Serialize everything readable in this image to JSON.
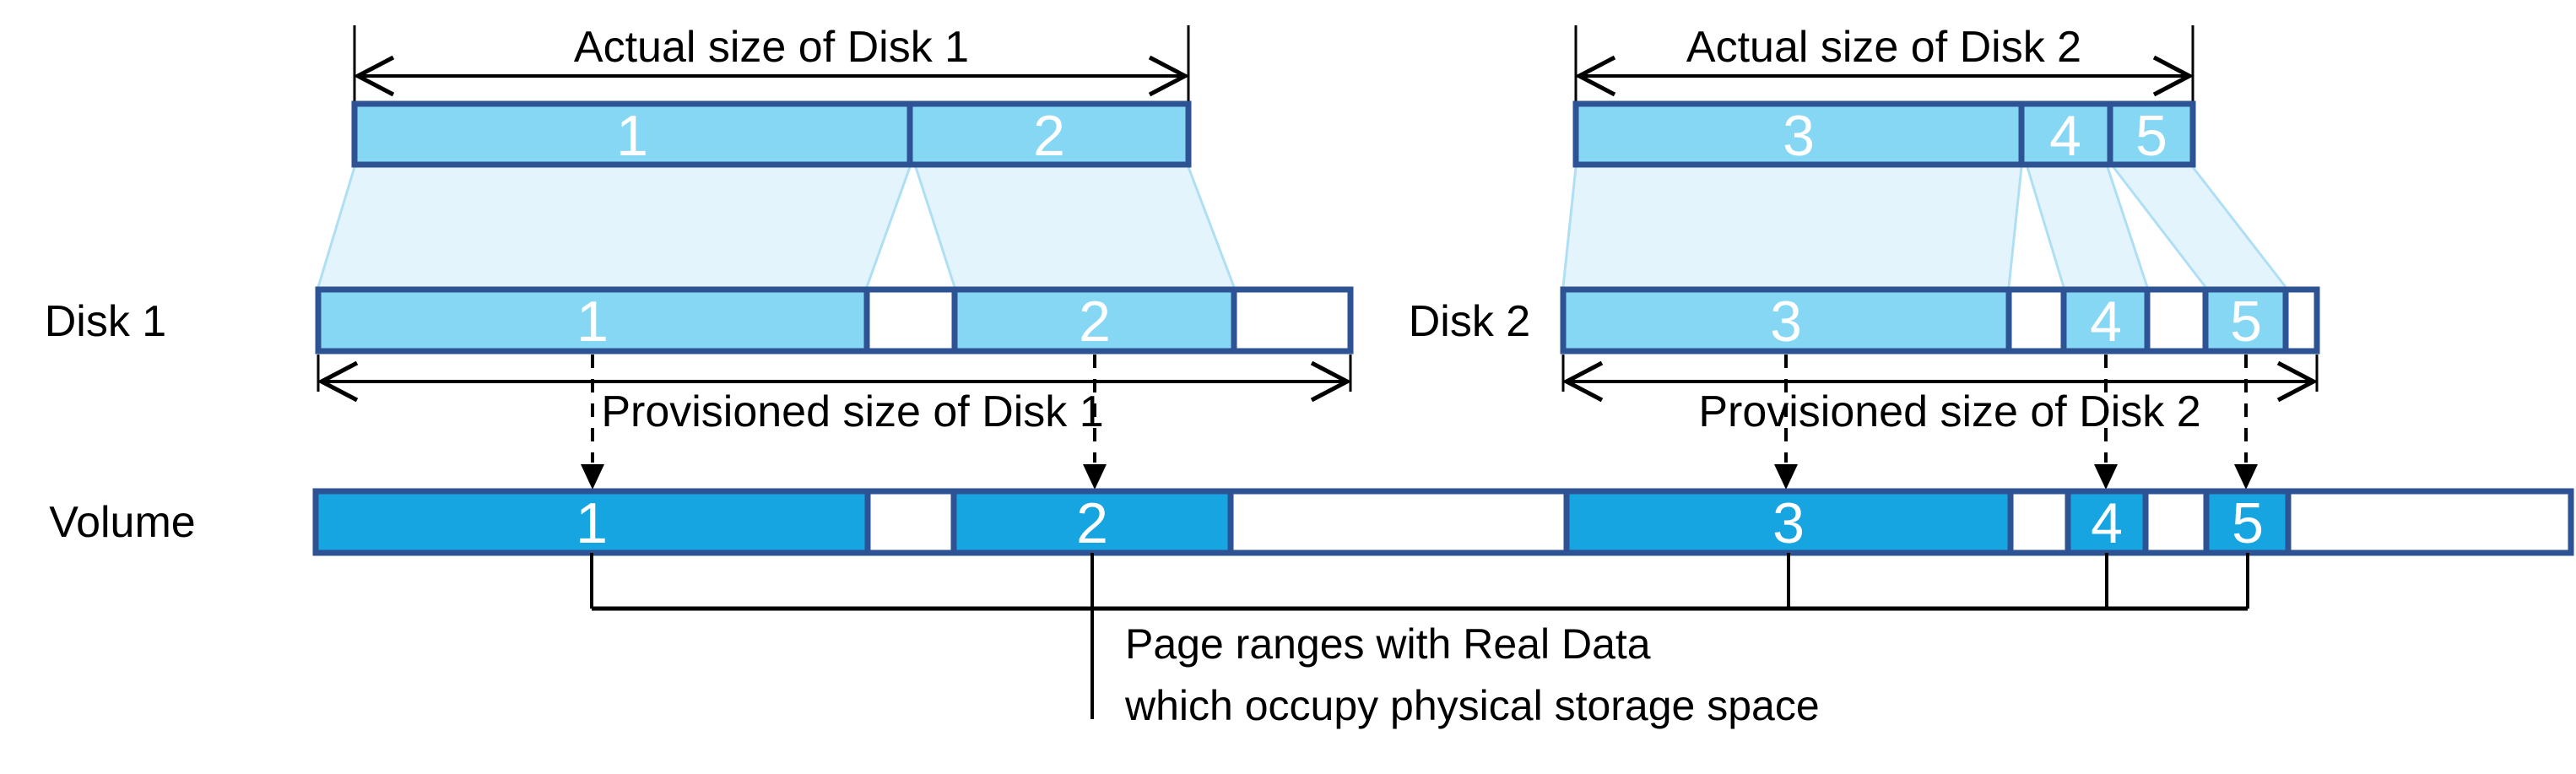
{
  "colors": {
    "pageBg": "#FFFFFF",
    "navy": "#2E5395",
    "lightBlue": "#85D7F3",
    "brightBlue": "#16A5E1",
    "trapFill": "#E4F4FC",
    "trapEdge": "#AEDFF5",
    "ink": "#000000",
    "digit": "#FFFFFF"
  },
  "diagram": {
    "disk1": {
      "label": "Disk 1",
      "actual_caption": "Actual size of Disk 1",
      "provisioned_caption": "Provisioned size of Disk 1",
      "pages": [
        "1",
        "2"
      ]
    },
    "disk2": {
      "label": "Disk 2",
      "actual_caption": "Actual size of Disk 2",
      "provisioned_caption": "Provisioned size of Disk 2",
      "pages": [
        "3",
        "4",
        "5"
      ]
    },
    "volume": {
      "label": "Volume",
      "pages": [
        "1",
        "2",
        "3",
        "4",
        "5"
      ]
    },
    "annotation": {
      "line1": "Page ranges with Real Data",
      "line2": "which occupy physical storage space"
    }
  }
}
